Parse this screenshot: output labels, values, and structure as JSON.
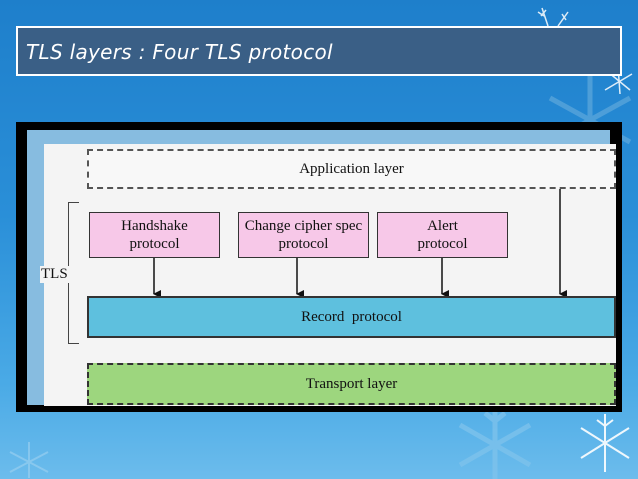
{
  "slide": {
    "title": "TLS layers : Four TLS protocol"
  },
  "diagram": {
    "application_layer": "Application layer",
    "tls_label": "TLS",
    "protocols": [
      {
        "line1": "Handshake",
        "line2": "protocol"
      },
      {
        "line1": "Change cipher spec",
        "line2": "protocol"
      },
      {
        "line1": "Alert",
        "line2": "protocol"
      }
    ],
    "record_protocol": "Record  protocol",
    "transport_layer": "Transport layer"
  },
  "colors": {
    "title_bar": "#3a5f86",
    "protocol_fill": "#f7c8e8",
    "record_fill": "#5ec0de",
    "transport_fill": "#9dd67e"
  }
}
